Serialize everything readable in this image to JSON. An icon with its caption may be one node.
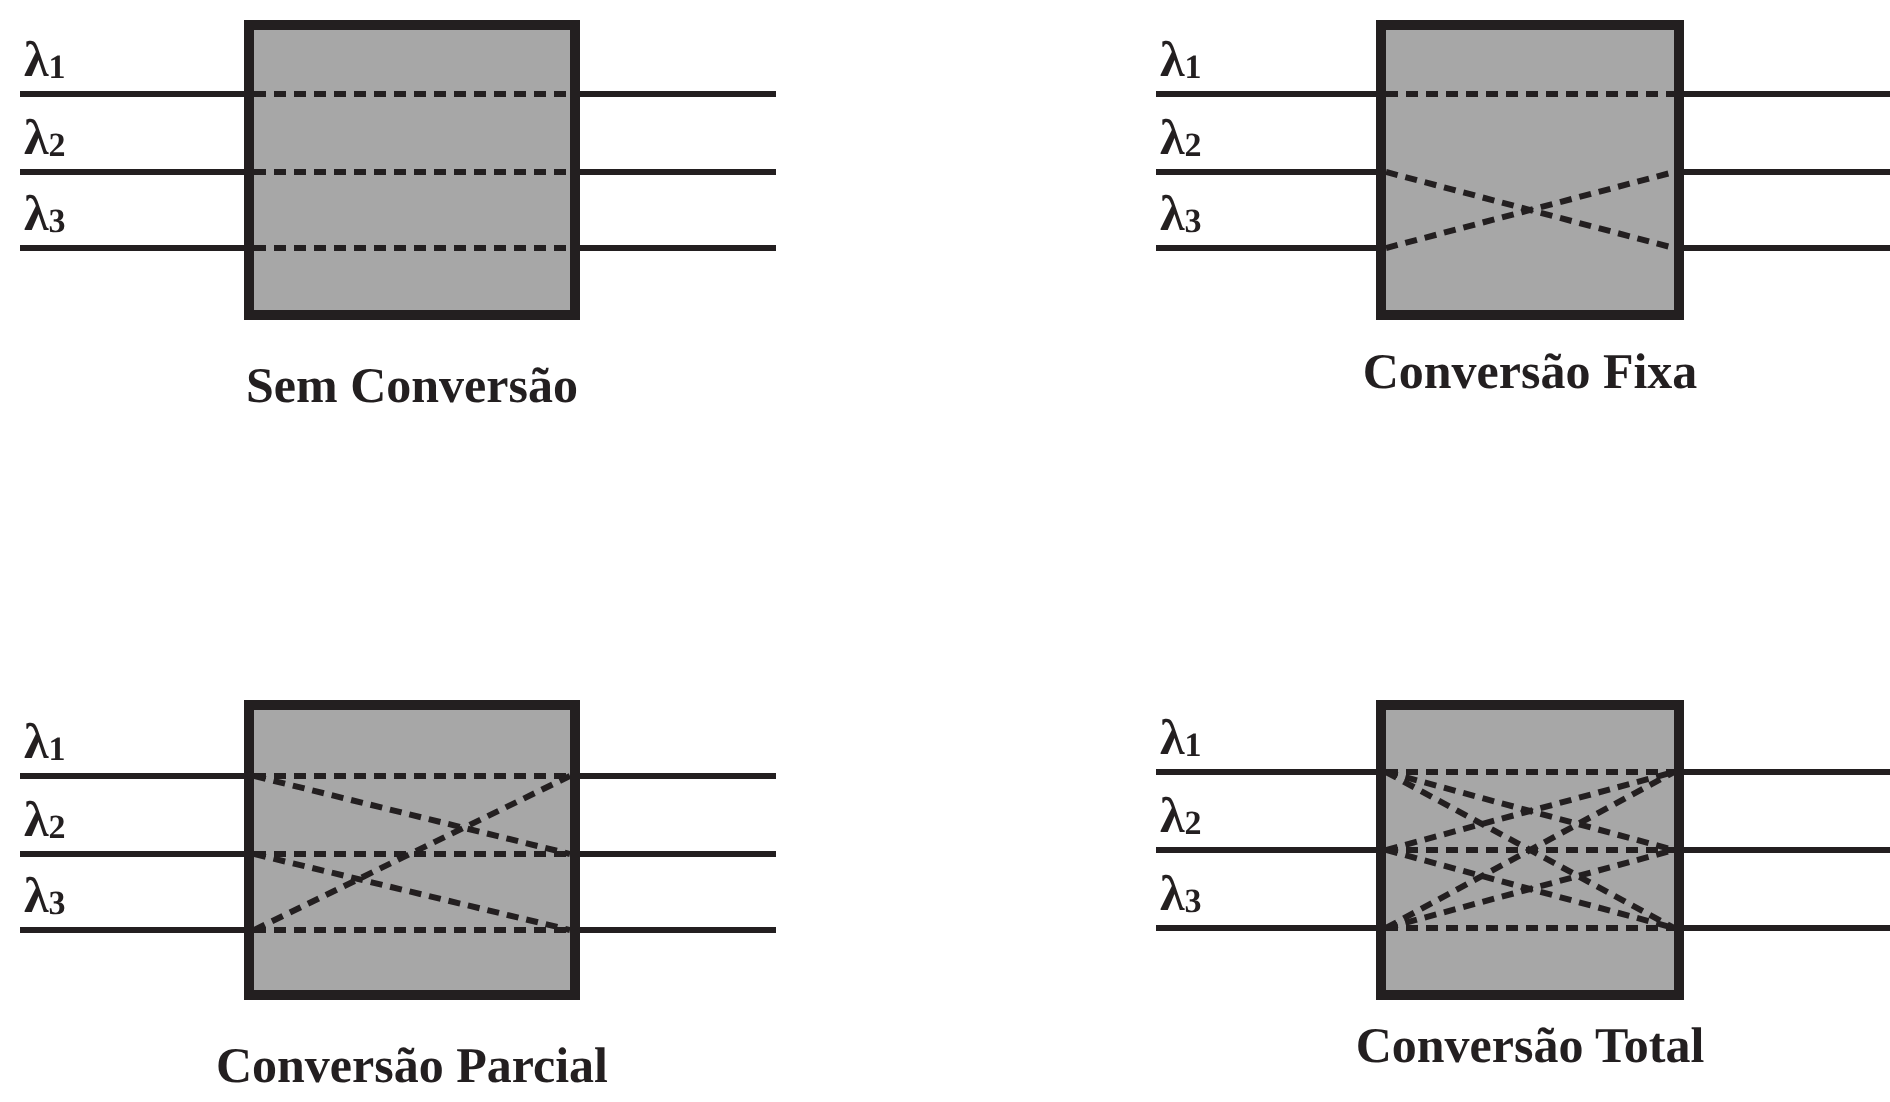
{
  "diagram": {
    "nodes": [
      {
        "text": [
          "Sem Conversão"
        ]
      },
      {
        "text": [
          "Conversão Fixa"
        ]
      },
      {
        "text": [
          "Conversão Parcial"
        ]
      },
      {
        "text": [
          "Conversão Total"
        ]
      }
    ],
    "labels": [
      "λ$_{1}$",
      "λ$_{2}$",
      "λ$_{3}$",
      "λ$_{1}$",
      "λ$_{2}$",
      "λ$_{3}$",
      "λ$_{1}$",
      "λ$_{2}$",
      "λ$_{3}$",
      "λ$_{1}$",
      "λ$_{2}$",
      "λ$_{3}$"
    ]
  }
}
